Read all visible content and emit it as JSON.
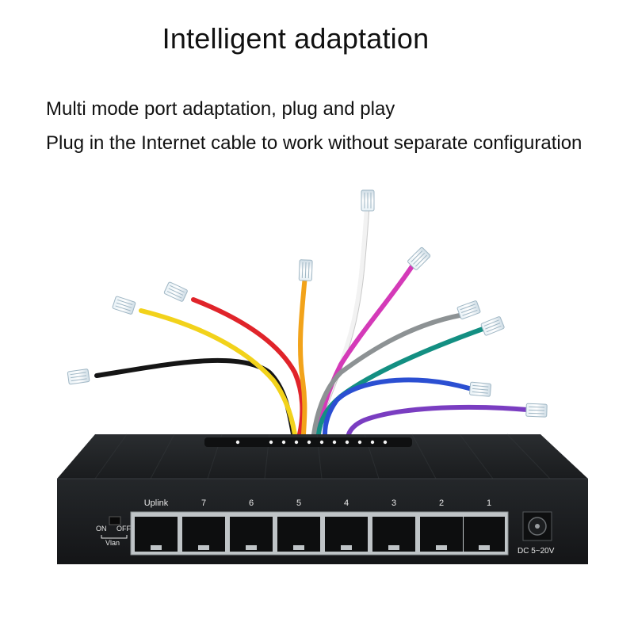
{
  "headline": "Intelligent adaptation",
  "sublines": [
    "Multi mode port adaptation, plug and play",
    "Plug in the Internet cable to work without separate configuration"
  ],
  "switch": {
    "port_labels": [
      "Uplink",
      "7",
      "6",
      "5",
      "4",
      "3",
      "2",
      "1"
    ],
    "vlan_on_label": "ON",
    "vlan_off_label": "OFF",
    "vlan_label": "Vlan",
    "power_label": "DC 5~20V"
  },
  "cables": [
    {
      "name": "black",
      "color": "#151515"
    },
    {
      "name": "yellow",
      "color": "#f2d21b"
    },
    {
      "name": "red",
      "color": "#e0242a"
    },
    {
      "name": "orange",
      "color": "#f2a31a"
    },
    {
      "name": "white",
      "color": "#f2f2f2"
    },
    {
      "name": "magenta",
      "color": "#d43ab8"
    },
    {
      "name": "gray",
      "color": "#8d9294"
    },
    {
      "name": "teal",
      "color": "#138f82"
    },
    {
      "name": "blue",
      "color": "#2b4fd2"
    },
    {
      "name": "purple",
      "color": "#7a3dc1"
    }
  ],
  "colors": {
    "switch_body": "#1b1d1f",
    "port_silver": "#c9cdd0",
    "text": "#111111"
  }
}
